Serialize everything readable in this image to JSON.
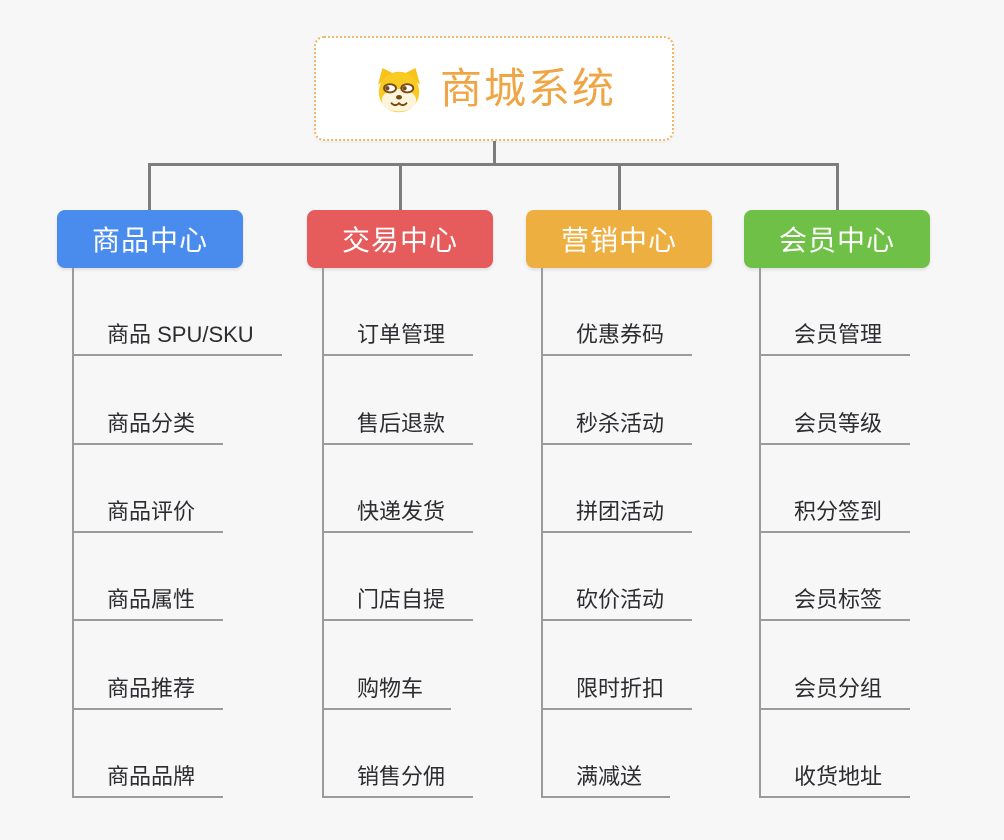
{
  "colors": {
    "bg": "#f7f7f7",
    "connector": "#7d7d7d",
    "underline": "#9b9b9b",
    "child-text": "#2d2d31",
    "root-accent": "#f0a545",
    "root-border": "#f2b668"
  },
  "root": {
    "title": "商城系统",
    "icon": "dog-face-icon"
  },
  "branches": [
    {
      "label": "商品中心",
      "color": "#4a8cee",
      "children": [
        "商品 SPU/SKU",
        "商品分类",
        "商品评价",
        "商品属性",
        "商品推荐",
        "商品品牌"
      ]
    },
    {
      "label": "交易中心",
      "color": "#e65c5c",
      "children": [
        "订单管理",
        "售后退款",
        "快递发货",
        "门店自提",
        "购物车",
        "销售分佣"
      ]
    },
    {
      "label": "营销中心",
      "color": "#eeaf41",
      "children": [
        "优惠券码",
        "秒杀活动",
        "拼团活动",
        "砍价活动",
        "限时折扣",
        "满减送"
      ]
    },
    {
      "label": "会员中心",
      "color": "#6ec146",
      "children": [
        "会员管理",
        "会员等级",
        "积分签到",
        "会员标签",
        "会员分组",
        "收货地址"
      ]
    }
  ]
}
